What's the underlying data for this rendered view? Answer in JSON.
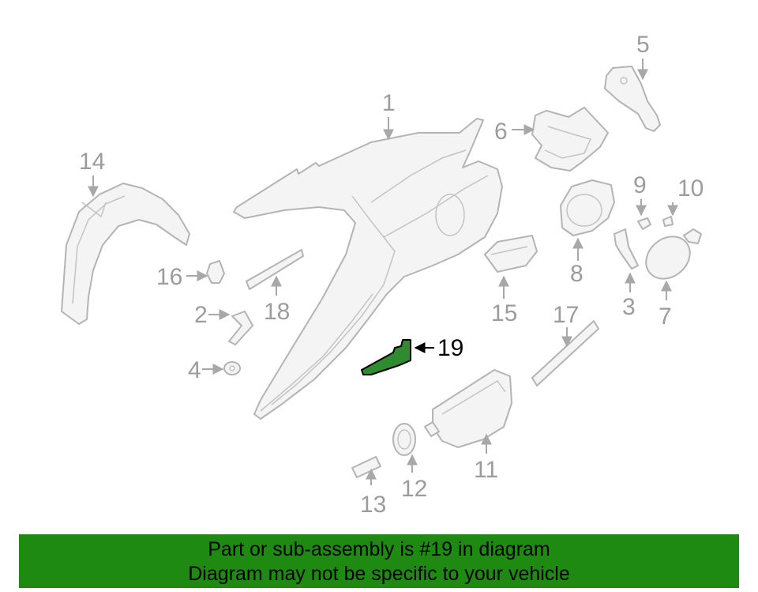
{
  "callouts": {
    "n1": "1",
    "n2": "2",
    "n3": "3",
    "n4": "4",
    "n5": "5",
    "n6": "6",
    "n7": "7",
    "n8": "8",
    "n9": "9",
    "n10": "10",
    "n11": "11",
    "n12": "12",
    "n13": "13",
    "n14": "14",
    "n15": "15",
    "n16": "16",
    "n17": "17",
    "n18": "18",
    "n19": "19"
  },
  "highlight": {
    "part_number": "19",
    "color": "#2e8b2e"
  },
  "banner": {
    "line1": "Part or sub-assembly is #19 in diagram",
    "line2": "Diagram may not be specific to your vehicle",
    "background": "#1f8a12"
  }
}
